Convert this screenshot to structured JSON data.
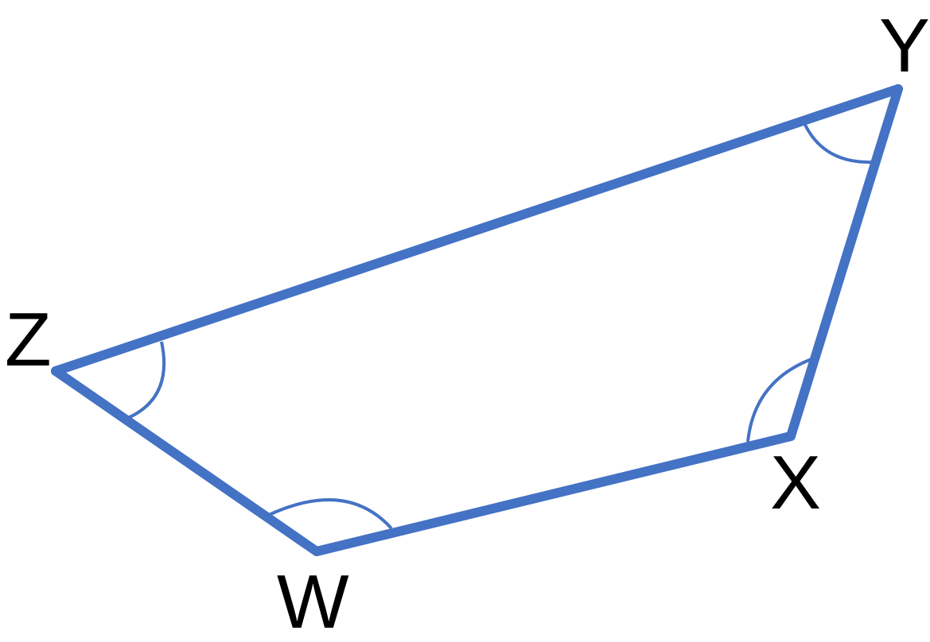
{
  "figure": {
    "shape": "quadrilateral",
    "stroke_color": "#4472C4",
    "label_color": "#000000",
    "vertices": {
      "W": "W",
      "X": "X",
      "Y": "Y",
      "Z": "Z"
    },
    "sides": [
      "WX",
      "XY",
      "YZ",
      "ZW"
    ],
    "angle_marks": [
      "W",
      "X",
      "Y",
      "Z"
    ]
  }
}
